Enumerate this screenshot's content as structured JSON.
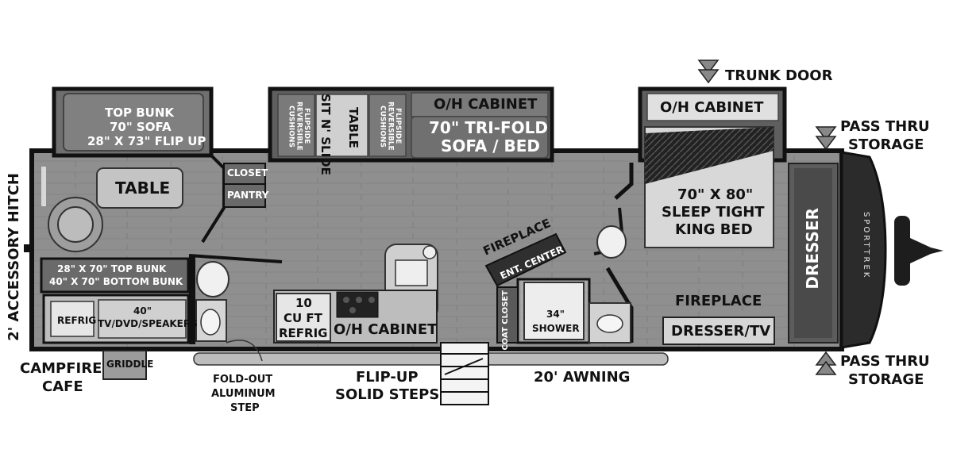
{
  "labels": {
    "trunk_door": "TRUNK DOOR",
    "pass_thru_top_1": "PASS THRU",
    "pass_thru_top_2": "STORAGE",
    "pass_thru_bottom_1": "PASS THRU",
    "pass_thru_bottom_2": "STORAGE",
    "accessory_hitch": "2' ACCESSORY HITCH",
    "top_bunk_sofa_1": "TOP BUNK",
    "top_bunk_sofa_2": "70\" SOFA",
    "top_bunk_sofa_3": "28\" X 73\" FLIP UP",
    "table": "TABLE",
    "closet": "CLOSET",
    "pantry": "PANTRY",
    "flipside_left": "FLIPSIDE REVERSIBLE CUSHIONS",
    "sit_n_slide_1": "SIT N' SLIDE",
    "sit_n_slide_2": "TABLE",
    "flipside_right": "FLIPSIDE REVERSIBLE CUSHIONS",
    "oh_cabinet_sofa": "O/H CABINET",
    "tri_fold_1": "70\" TRI-FOLD",
    "tri_fold_2": "SOFA / BED",
    "oh_cabinet_bed": "O/H CABINET",
    "bed_1": "70\" X 80\"",
    "bed_2": "SLEEP TIGHT",
    "bed_3": "KING BED",
    "dresser_front": "DRESSER",
    "bunks_1": "28\" X 70\" TOP BUNK",
    "bunks_2": "40\" X 70\" BOTTOM BUNK",
    "refrig_small": "REFRIG",
    "tv_1": "40\"",
    "tv_2": "TV/DVD/SPEAKERS",
    "refrig_big_1": "10",
    "refrig_big_2": "CU FT",
    "refrig_big_3": "REFRIG",
    "oh_cabinet_kitchen": "O/H CABINET",
    "fireplace_angled": "FIREPLACE",
    "ent_center": "ENT. CENTER",
    "coat_closet": "COAT CLOSET",
    "shower_1": "34\"",
    "shower_2": "SHOWER",
    "fireplace_bedroom": "FIREPLACE",
    "dresser_tv": "DRESSER/TV",
    "campfire_1": "CAMPFIRE",
    "campfire_2": "CAFE",
    "griddle": "GRIDDLE",
    "fold_out_1": "FOLD-OUT",
    "fold_out_2": "ALUMINUM",
    "fold_out_3": "STEP",
    "flip_up_1": "FLIP-UP",
    "flip_up_2": "SOLID STEPS",
    "awning": "20' AWNING",
    "brand": "SPORTTREK"
  },
  "colors": {
    "floor": "#8c8c8c",
    "wall": "#1a1a1a",
    "furniture": "#6f6f6f",
    "light_panel": "#d9d9d9",
    "awning": "#bdbdbd"
  }
}
